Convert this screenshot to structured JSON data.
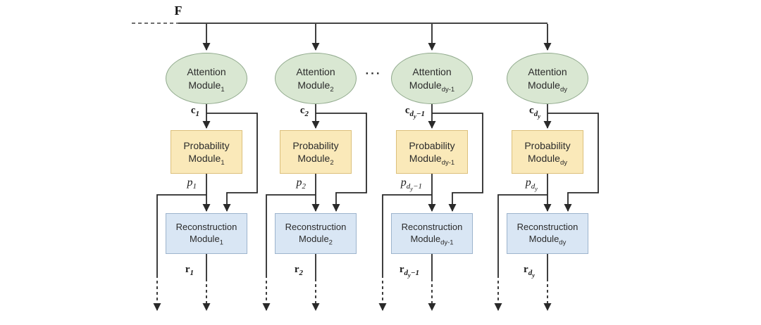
{
  "figure": {
    "input_label": "F",
    "ellipsis": "···"
  },
  "colors": {
    "line": "#2a2a2a",
    "line_dashed": "#5a5a5a",
    "attention_fill": "#d9e7d2",
    "attention_border": "#90a98c",
    "probability_fill": "#fae9b9",
    "probability_border": "#dcc07c",
    "reconstruction_fill": "#d9e6f4",
    "reconstruction_border": "#9db4cd"
  },
  "columns": [
    {
      "attention": {
        "line1": "Attention",
        "line2": "Module",
        "sub": "1"
      },
      "c": {
        "base": "c",
        "sub": "1",
        "subsub": "",
        "after": ""
      },
      "probability": {
        "line1": "Probability",
        "line2": "Module",
        "sub": "1"
      },
      "p": {
        "base": "p",
        "sub": "1",
        "subsub": "",
        "after": ""
      },
      "reconstruction": {
        "line1": "Reconstruction",
        "line2": "Module",
        "sub": "1"
      },
      "r": {
        "base": "r",
        "sub": "1",
        "subsub": "",
        "after": ""
      }
    },
    {
      "attention": {
        "line1": "Attention",
        "line2": "Module",
        "sub": "2"
      },
      "c": {
        "base": "c",
        "sub": "2",
        "subsub": "",
        "after": ""
      },
      "probability": {
        "line1": "Probability",
        "line2": "Module",
        "sub": "2"
      },
      "p": {
        "base": "p",
        "sub": "2",
        "subsub": "",
        "after": ""
      },
      "reconstruction": {
        "line1": "Reconstruction",
        "line2": "Module",
        "sub": "2"
      },
      "r": {
        "base": "r",
        "sub": "2",
        "subsub": "",
        "after": ""
      }
    },
    {
      "attention": {
        "line1": "Attention",
        "line2": "Module",
        "sub": "dy-1"
      },
      "c": {
        "base": "c",
        "sub": "d",
        "subsub": "y",
        "after": "−1"
      },
      "probability": {
        "line1": "Probability",
        "line2": "Module",
        "sub": "dy-1"
      },
      "p": {
        "base": "p",
        "sub": "d",
        "subsub": "y",
        "after": "−1"
      },
      "reconstruction": {
        "line1": "Reconstruction",
        "line2": "Module",
        "sub": "dy-1"
      },
      "r": {
        "base": "r",
        "sub": "d",
        "subsub": "y",
        "after": "−1"
      }
    },
    {
      "attention": {
        "line1": "Attention",
        "line2": "Module",
        "sub": "dy"
      },
      "c": {
        "base": "c",
        "sub": "d",
        "subsub": "y",
        "after": ""
      },
      "probability": {
        "line1": "Probability",
        "line2": "Module",
        "sub": "dy"
      },
      "p": {
        "base": "p",
        "sub": "d",
        "subsub": "y",
        "after": ""
      },
      "reconstruction": {
        "line1": "Reconstruction",
        "line2": "Module",
        "sub": "dy"
      },
      "r": {
        "base": "r",
        "sub": "d",
        "subsub": "y",
        "after": ""
      }
    }
  ]
}
